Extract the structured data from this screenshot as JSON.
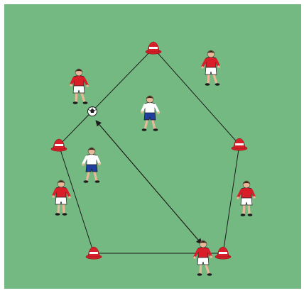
{
  "diagram": {
    "colors": {
      "background": "#ffffff",
      "pitch": "#74b982",
      "line": "#1c1c1c",
      "cone": "#d8202a",
      "cone_stripe": "#ffffff",
      "attacker_shirt": "#d81e28",
      "attacker_shorts": "#ffffff",
      "defender_shirt": "#ffffff",
      "defender_shorts": "#1f3f9e",
      "skin": "#e8b998",
      "hair": "#3a2417",
      "ball": "#ffffff"
    },
    "cones": [
      {
        "name": "cone-top"
      },
      {
        "name": "cone-right"
      },
      {
        "name": "cone-bottom-right"
      },
      {
        "name": "cone-bottom-left"
      },
      {
        "name": "cone-left"
      }
    ],
    "attackers": [
      {
        "name": "attacker-top-left"
      },
      {
        "name": "attacker-top-right"
      },
      {
        "name": "attacker-left"
      },
      {
        "name": "attacker-right"
      },
      {
        "name": "attacker-bottom"
      }
    ],
    "defenders": [
      {
        "name": "defender-center"
      },
      {
        "name": "defender-left"
      }
    ],
    "ball_icon": "soccer-ball",
    "pass_arrow": "pass-arrow"
  }
}
